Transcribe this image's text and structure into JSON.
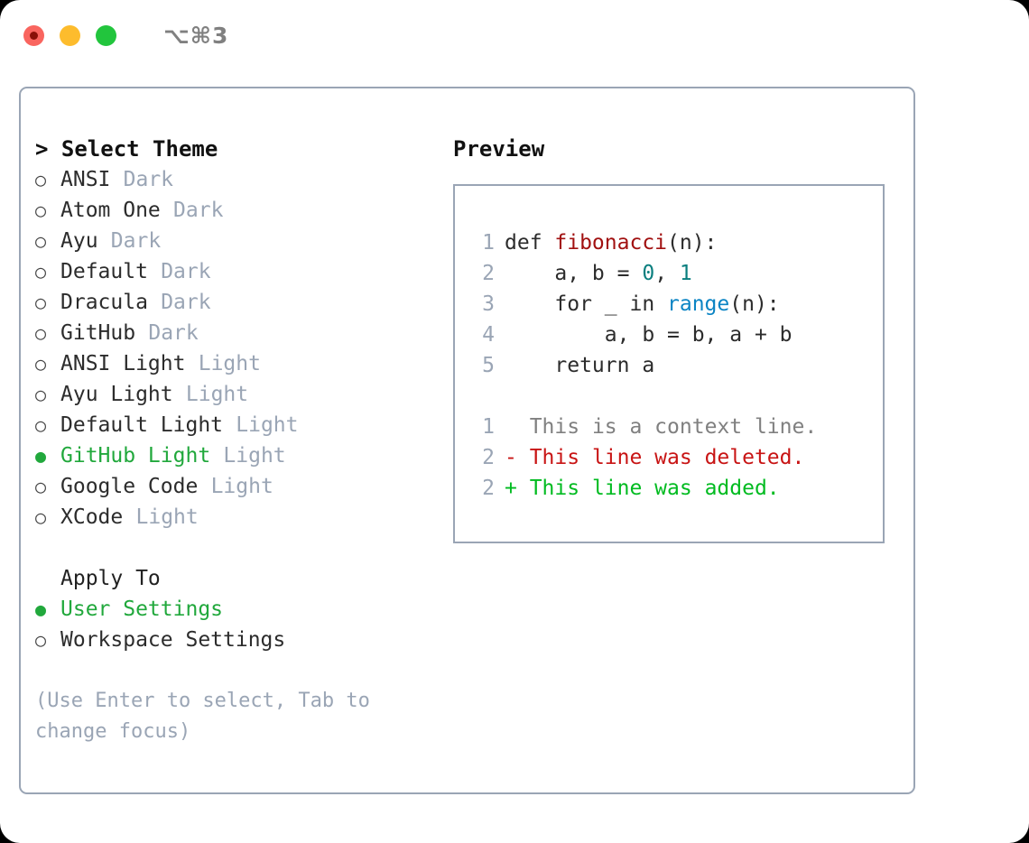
{
  "titlebar": {
    "close_icon": "traffic-light-close",
    "minimize_icon": "traffic-light-minimize",
    "maximize_icon": "traffic-light-maximize",
    "shortcut": "⌥⌘3"
  },
  "theme_section": {
    "header": "> Select Theme",
    "bullet_selected": "●",
    "bullet_unselected": "○",
    "items": [
      {
        "label": "ANSI",
        "tag": "Dark",
        "selected": false
      },
      {
        "label": "Atom One",
        "tag": "Dark",
        "selected": false
      },
      {
        "label": "Ayu",
        "tag": "Dark",
        "selected": false
      },
      {
        "label": "Default",
        "tag": "Dark",
        "selected": false
      },
      {
        "label": "Dracula",
        "tag": "Dark",
        "selected": false
      },
      {
        "label": "GitHub",
        "tag": "Dark",
        "selected": false
      },
      {
        "label": "ANSI Light",
        "tag": "Light",
        "selected": false
      },
      {
        "label": "Ayu Light",
        "tag": "Light",
        "selected": false
      },
      {
        "label": "Default Light",
        "tag": "Light",
        "selected": false
      },
      {
        "label": "GitHub Light",
        "tag": "Light",
        "selected": true
      },
      {
        "label": "Google Code",
        "tag": "Light",
        "selected": false
      },
      {
        "label": "XCode",
        "tag": "Light",
        "selected": false
      }
    ]
  },
  "apply_section": {
    "header": "Apply To",
    "items": [
      {
        "label": "User Settings",
        "selected": true
      },
      {
        "label": "Workspace Settings",
        "selected": false
      }
    ]
  },
  "hint": "(Use Enter to select, Tab to change focus)",
  "preview": {
    "title": "Preview",
    "code_lines": [
      {
        "num": "1",
        "segments": [
          {
            "text": "def ",
            "kind": "plain"
          },
          {
            "text": "fibonacci",
            "kind": "fn"
          },
          {
            "text": "(n):",
            "kind": "plain"
          }
        ]
      },
      {
        "num": "2",
        "segments": [
          {
            "text": "    a, b = ",
            "kind": "plain"
          },
          {
            "text": "0",
            "kind": "num"
          },
          {
            "text": ", ",
            "kind": "plain"
          },
          {
            "text": "1",
            "kind": "num"
          }
        ]
      },
      {
        "num": "3",
        "segments": [
          {
            "text": "    for _ in ",
            "kind": "plain"
          },
          {
            "text": "range",
            "kind": "builtin"
          },
          {
            "text": "(n):",
            "kind": "plain"
          }
        ]
      },
      {
        "num": "4",
        "segments": [
          {
            "text": "        a, b = b, a + b",
            "kind": "plain"
          }
        ]
      },
      {
        "num": "5",
        "segments": [
          {
            "text": "    return a",
            "kind": "plain"
          }
        ]
      }
    ],
    "diff_lines": [
      {
        "num": "1",
        "marker": "  ",
        "text": "This is a context line.",
        "kind": "context"
      },
      {
        "num": "2",
        "marker": "- ",
        "text": "This line was deleted.",
        "kind": "deleted"
      },
      {
        "num": "2",
        "marker": "+ ",
        "text": "This line was added.",
        "kind": "added"
      }
    ]
  },
  "colors": {
    "border": "#9aa5b5",
    "accent_green": "#21a83c",
    "tag_gray": "#9aa5b5",
    "diff_deleted": "#c81414",
    "diff_added": "#00bb20",
    "code_function": "#a11010",
    "code_number": "#0b7f7f",
    "code_builtin": "#0b84c4"
  }
}
